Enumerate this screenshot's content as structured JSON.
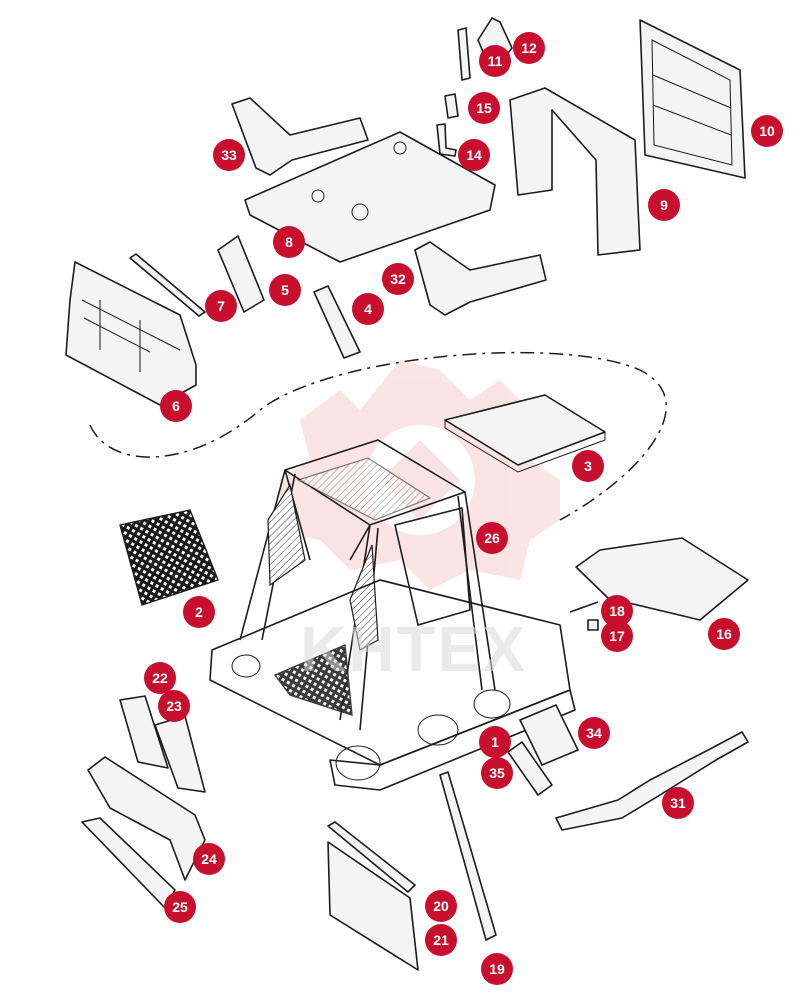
{
  "watermark": {
    "text": "KHTEX",
    "color": "#f7c9c9"
  },
  "callout_style": {
    "fill": "#c8102e",
    "text": "#ffffff"
  },
  "callouts": [
    {
      "id": "c1",
      "label": "1"
    },
    {
      "id": "c2",
      "label": "2"
    },
    {
      "id": "c3",
      "label": "3"
    },
    {
      "id": "c4",
      "label": "4"
    },
    {
      "id": "c5",
      "label": "5"
    },
    {
      "id": "c6",
      "label": "6"
    },
    {
      "id": "c7",
      "label": "7"
    },
    {
      "id": "c8",
      "label": "8"
    },
    {
      "id": "c9",
      "label": "9"
    },
    {
      "id": "c10",
      "label": "10"
    },
    {
      "id": "c11",
      "label": "11"
    },
    {
      "id": "c12",
      "label": "12"
    },
    {
      "id": "c14",
      "label": "14"
    },
    {
      "id": "c15",
      "label": "15"
    },
    {
      "id": "c16",
      "label": "16"
    },
    {
      "id": "c17",
      "label": "17"
    },
    {
      "id": "c18",
      "label": "18"
    },
    {
      "id": "c19",
      "label": "19"
    },
    {
      "id": "c20",
      "label": "20"
    },
    {
      "id": "c21",
      "label": "21"
    },
    {
      "id": "c22",
      "label": "22"
    },
    {
      "id": "c23",
      "label": "23"
    },
    {
      "id": "c24",
      "label": "24"
    },
    {
      "id": "c25",
      "label": "25"
    },
    {
      "id": "c26",
      "label": "26"
    },
    {
      "id": "c31",
      "label": "31"
    },
    {
      "id": "c32",
      "label": "32"
    },
    {
      "id": "c33",
      "label": "33"
    },
    {
      "id": "c34",
      "label": "34"
    },
    {
      "id": "c35",
      "label": "35"
    }
  ]
}
